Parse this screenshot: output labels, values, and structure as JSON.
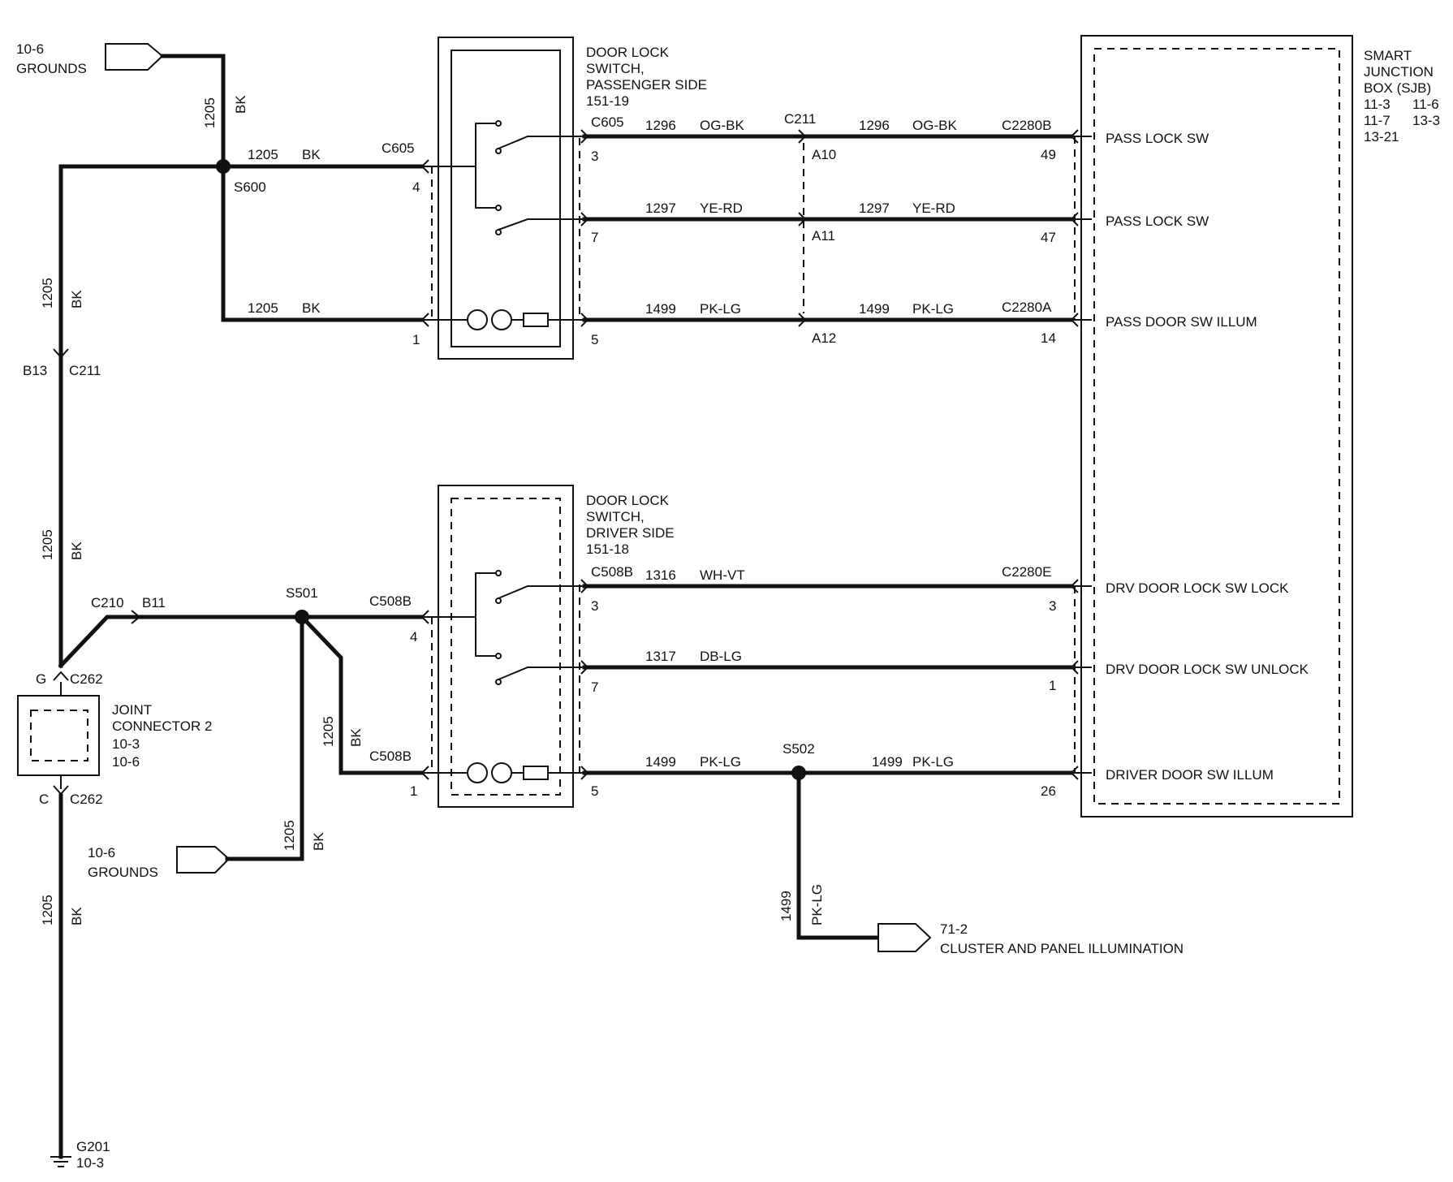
{
  "colors": {
    "ink": "#111111",
    "background": "#ffffff"
  },
  "top_ground": {
    "ref": "10-6",
    "name": "GROUNDS"
  },
  "mid_ground": {
    "ref": "10-6",
    "name": "GROUNDS"
  },
  "ground_point": {
    "id": "G201",
    "ref": "10-3"
  },
  "illum_ref": {
    "ref": "71-2",
    "name": "CLUSTER AND PANEL ILLUMINATION"
  },
  "joint_connector": {
    "line1": "JOINT",
    "line2": "CONNECTOR 2",
    "ref1": "10-3",
    "ref2": "10-6"
  },
  "pass_switch": {
    "line1": "DOOR LOCK",
    "line2": "SWITCH,",
    "line3": "PASSENGER SIDE",
    "ref": "151-19"
  },
  "drv_switch": {
    "line1": "DOOR LOCK",
    "line2": "SWITCH,",
    "line3": "DRIVER SIDE",
    "ref": "151-18"
  },
  "sjb": {
    "line1": "SMART",
    "line2": "JUNCTION",
    "line3": "BOX (SJB)",
    "r1a": "11-3",
    "r1b": "11-6",
    "r2a": "11-7",
    "r2b": "13-3",
    "r3": "13-21"
  },
  "sjb_pins": {
    "pass_lock_1": "PASS LOCK SW",
    "pass_lock_2": "PASS LOCK SW",
    "pass_illum": "PASS DOOR SW ILLUM",
    "drv_lock": "DRV DOOR LOCK SW LOCK",
    "drv_unlock": "DRV DOOR LOCK SW UNLOCK",
    "drv_illum": "DRIVER DOOR SW ILLUM"
  },
  "splices": {
    "s600": "S600",
    "s501": "S501",
    "s502": "S502"
  },
  "connectors": {
    "c605_a": "C605",
    "c605_b": "C605",
    "c211_top": "C211",
    "c211_left": "C211",
    "c2280b": "C2280B",
    "c2280a": "C2280A",
    "c2280e": "C2280E",
    "c508b_a": "C508B",
    "c508b_b": "C508B",
    "c508b_c": "C508B",
    "c210": "C210",
    "c262_g": "C262",
    "c262_c": "C262"
  },
  "pins": {
    "p4_pass": "4",
    "p1_pass": "1",
    "p3_pass": "3",
    "p7_pass": "7",
    "p5_pass": "5",
    "a10": "A10",
    "a11": "A11",
    "a12": "A12",
    "p49": "49",
    "p47": "47",
    "p14": "14",
    "p4_drv": "4",
    "p1_drv": "1",
    "p3_drv": "3",
    "p7_drv": "7",
    "p5_drv": "5",
    "p3_sjb": "3",
    "p1_sjb": "1",
    "p26_sjb": "26",
    "b13": "B13",
    "b11": "B11",
    "g": "G",
    "c": "C"
  },
  "wires": {
    "c1205": "1205",
    "bk": "BK",
    "c1296": "1296",
    "ogbk": "OG-BK",
    "c1297": "1297",
    "yerd": "YE-RD",
    "c1499": "1499",
    "pklg": "PK-LG",
    "c1316": "1316",
    "whvt": "WH-VT",
    "c1317": "1317",
    "dblg": "DB-LG"
  }
}
